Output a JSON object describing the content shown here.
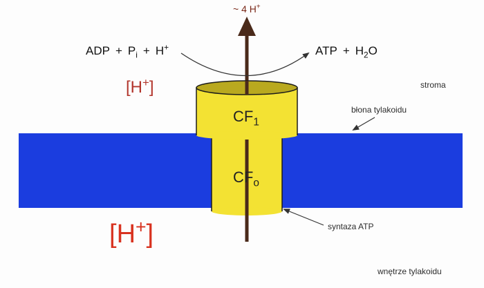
{
  "colors": {
    "membrane": "#1b3ddf",
    "synthase": "#f3e233",
    "synthase_shadow": "#b9a91f",
    "synthase_outline": "#1b1b1b",
    "arrow": "#4a2a1a",
    "h_plus_top": "#b2352c",
    "h_plus_bottom": "#d8321f"
  },
  "proton_flow": {
    "prefix": "~ 4 H",
    "charge": "+"
  },
  "reaction": {
    "adp": "ADP",
    "plus": "+",
    "phosphate": "P",
    "phosphate_subscript": "i",
    "proton": "H",
    "proton_charge": "+",
    "atp": "ATP",
    "water": "H",
    "water_subscript": "2",
    "water_suffix": "O"
  },
  "stroma_proton": {
    "symbol": "H",
    "charge": "+",
    "open": "[",
    "close": "]"
  },
  "lumen_proton": {
    "symbol": "H",
    "charge": "+",
    "open": "[",
    "close": "]"
  },
  "cf1": {
    "name": "CF",
    "subscript": "1"
  },
  "cfo": {
    "name": "CF",
    "subscript": "o"
  },
  "labels": {
    "stroma": "stroma",
    "membrane": "błona tylakoidu",
    "synthase": "syntaza ATP",
    "lumen": "wnętrze tylakoidu"
  },
  "icons": {
    "proton_arrow": "arrow-up-icon",
    "reaction_arrow": "curved-arrow-icon",
    "pointer_arrow": "pointer-arrow-icon"
  }
}
